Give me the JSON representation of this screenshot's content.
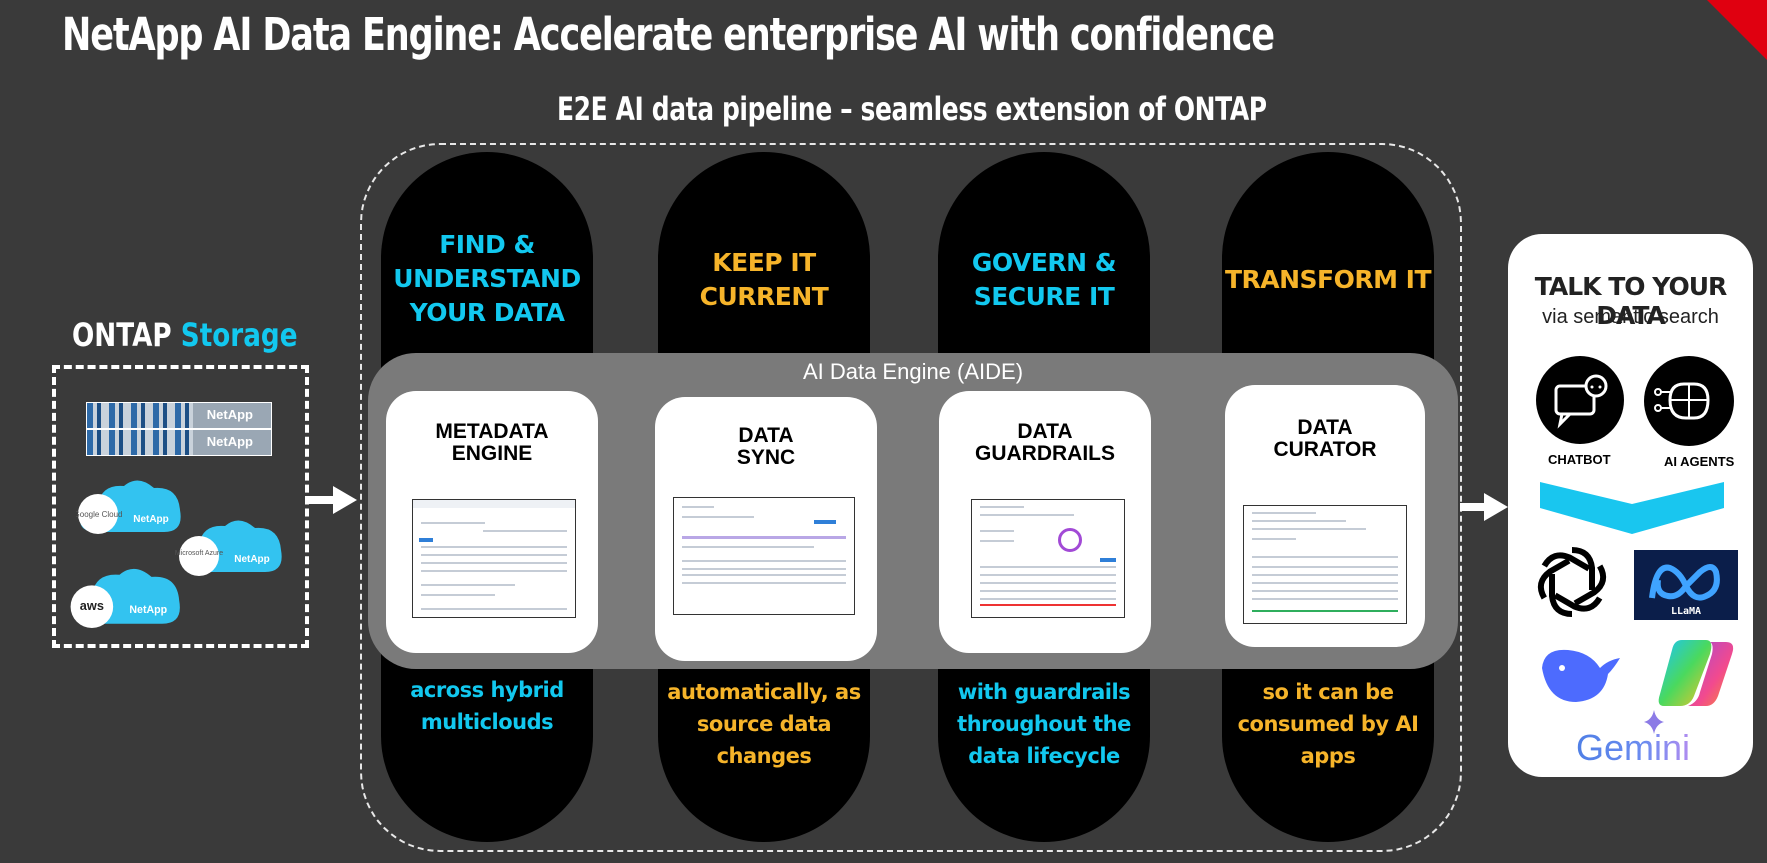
{
  "title": "NetApp AI Data Engine:  Accelerate enterprise AI with confidence",
  "subtitle": "E2E AI data pipeline – seamless extension of ONTAP",
  "colors": {
    "background": "#3a3a3a",
    "cyan": "#12c8ef",
    "orange": "#f6b42a",
    "corner": "#e00010"
  },
  "ontap": {
    "label_part1": "ONTAP",
    "label_part2": "Storage",
    "servers": [
      "NetApp",
      "NetApp"
    ],
    "clouds": [
      {
        "provider": "Google Cloud",
        "brand": "NetApp"
      },
      {
        "provider": "Microsoft Azure",
        "brand": "NetApp"
      },
      {
        "provider": "aws",
        "brand": "NetApp"
      }
    ]
  },
  "aide_label": "AI Data Engine (AIDE)",
  "pillars": [
    {
      "top": [
        "FIND &",
        "UNDERSTAND",
        "YOUR DATA"
      ],
      "top_color": "cyan",
      "card_title": [
        "METADATA",
        "ENGINE"
      ],
      "bottom": [
        "across hybrid",
        "multiclouds"
      ],
      "bottom_color": "cyan"
    },
    {
      "top": [
        "KEEP IT",
        "CURRENT"
      ],
      "top_color": "orange",
      "card_title": [
        "DATA",
        "SYNC"
      ],
      "bottom": [
        "automatically, as",
        "source data",
        "changes"
      ],
      "bottom_color": "orange"
    },
    {
      "top": [
        "GOVERN &",
        "SECURE IT"
      ],
      "top_color": "cyan",
      "card_title": [
        "DATA",
        "GUARDRAILS"
      ],
      "bottom": [
        "with guardrails",
        "throughout the",
        "data lifecycle"
      ],
      "bottom_color": "cyan"
    },
    {
      "top": [
        "TRANSFORM IT"
      ],
      "top_color": "orange",
      "card_title": [
        "DATA",
        "CURATOR"
      ],
      "bottom": [
        "so it can be",
        "consumed by AI",
        "apps"
      ],
      "bottom_color": "orange"
    }
  ],
  "talk": {
    "title": "TALK TO YOUR DATA",
    "subtitle": "via semantic search",
    "chatbot_label": "CHATBOT",
    "agents_label": "AI AGENTS",
    "models": [
      {
        "name": "OpenAI",
        "icon": "openai-logo-icon"
      },
      {
        "name": "LLaMA",
        "icon": "llama-logo-icon",
        "text": "LLaMA"
      },
      {
        "name": "DeepSeek",
        "icon": "deepseek-logo-icon"
      },
      {
        "name": "Copilot",
        "icon": "copilot-logo-icon"
      },
      {
        "name": "Gemini",
        "icon": "gemini-logo-icon",
        "text": "Gemini"
      }
    ]
  }
}
